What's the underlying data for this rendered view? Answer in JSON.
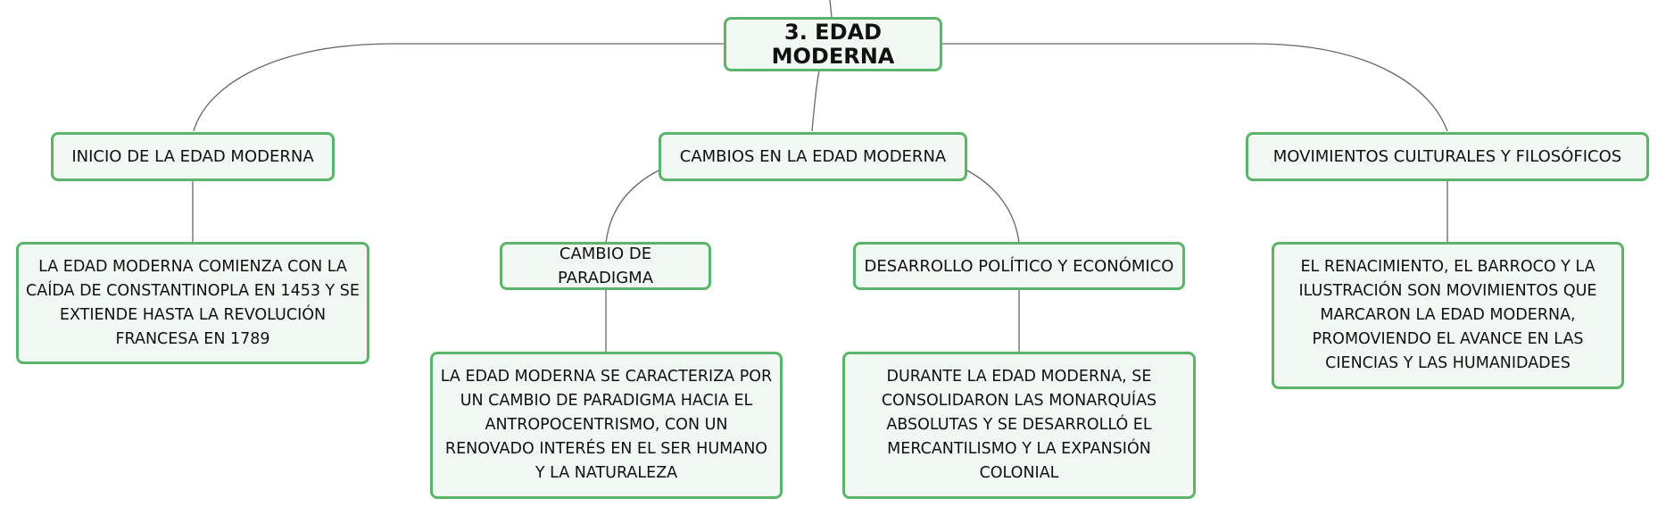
{
  "colors": {
    "node_border": "#5bb46a",
    "node_fill": "#f1f8f2",
    "connector": "#666666"
  },
  "root": {
    "label": "3. EDAD MODERNA"
  },
  "branches": {
    "inicio": {
      "label": "INICIO DE LA EDAD MODERNA",
      "detail": "LA EDAD MODERNA COMIENZA CON LA CAÍDA DE CONSTANTINOPLA EN 1453 Y SE EXTIENDE HASTA LA REVOLUCIÓN FRANCESA EN 1789"
    },
    "cambios": {
      "label": "CAMBIOS EN LA EDAD MODERNA",
      "paradigma": {
        "label": "CAMBIO DE PARADIGMA",
        "detail": "LA EDAD MODERNA SE CARACTERIZA POR UN CAMBIO DE PARADIGMA HACIA EL ANTROPOCENTRISMO, CON UN RENOVADO INTERÉS EN EL SER HUMANO Y LA NATURALEZA"
      },
      "desarrollo": {
        "label": "DESARROLLO POLÍTICO Y ECONÓMICO",
        "detail": "DURANTE LA EDAD MODERNA, SE CONSOLIDARON LAS MONARQUÍAS ABSOLUTAS Y SE DESARROLLÓ EL MERCANTILISMO Y LA EXPANSIÓN COLONIAL"
      }
    },
    "movimientos": {
      "label": "MOVIMIENTOS CULTURALES Y FILOSÓFICOS",
      "detail": "EL RENACIMIENTO, EL BARROCO Y LA ILUSTRACIÓN SON MOVIMIENTOS QUE MARCARON LA EDAD MODERNA, PROMOVIENDO EL AVANCE EN LAS CIENCIAS Y LAS HUMANIDADES"
    }
  }
}
